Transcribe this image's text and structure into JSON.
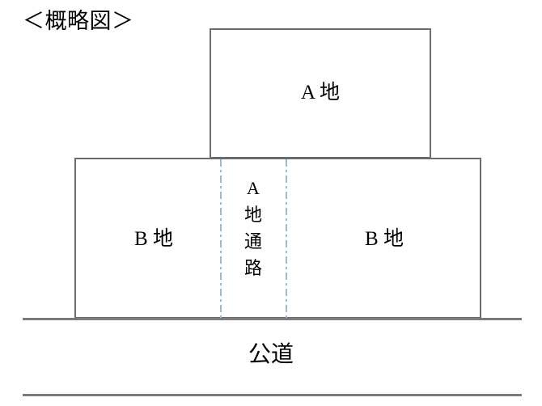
{
  "diagram": {
    "title": "＜概略図＞",
    "parcels": [
      {
        "id": "parcel-a",
        "label": "A 地"
      },
      {
        "id": "parcel-b-left",
        "label": "B 地"
      },
      {
        "id": "parcel-b-right",
        "label": "B 地"
      }
    ],
    "passage": {
      "label_full": "A地通路",
      "chars": [
        "A",
        "地",
        "通",
        "路"
      ]
    },
    "road": {
      "label": "公道"
    },
    "colors": {
      "parcel_border": "#6b6b6b",
      "road_line": "#7b7b7b",
      "passage_line": "#9cbad8",
      "text": "#000000",
      "background": "#ffffff"
    }
  }
}
